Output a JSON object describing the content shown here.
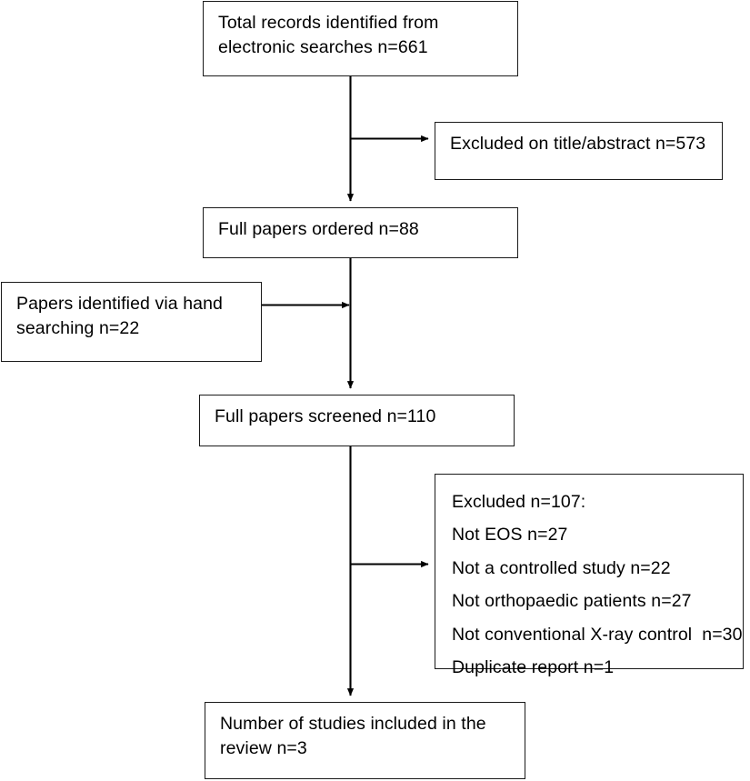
{
  "diagram": {
    "title": "Study selection flow diagram",
    "type": "prisma-flowchart",
    "stroke_color": "#1a1a1a",
    "background_color": "#ffffff",
    "text_color": "#000000"
  },
  "nodes": {
    "total_records": {
      "lines": [
        "Total records identified from",
        "electronic searches n=661"
      ],
      "count": "661"
    },
    "excluded_title_abstract": {
      "lines": [
        "Excluded on title/abstract n=573"
      ],
      "count": "573"
    },
    "papers_ordered": {
      "lines": [
        "Full papers ordered n=88"
      ],
      "count": "88"
    },
    "hand_search": {
      "lines": [
        "Papers identified via hand",
        "searching n=22"
      ],
      "count": "22"
    },
    "papers_screened": {
      "lines": [
        "Full papers screened n=110"
      ],
      "count": "110"
    },
    "excluded_full_text": {
      "lines": [
        "Excluded n=107:",
        "Not EOS n=27",
        "Not a controlled study n=22",
        "Not orthopaedic patients n=27",
        "Not conventional X-ray control  n=30",
        "Duplicate report n=1"
      ],
      "total": "107",
      "reasons": [
        {
          "label": "Not EOS",
          "count": "27"
        },
        {
          "label": "Not a controlled study",
          "count": "22"
        },
        {
          "label": "Not orthopaedic patients",
          "count": "27"
        },
        {
          "label": "Not conventional X-ray control",
          "count": "30"
        },
        {
          "label": "Duplicate report",
          "count": "1"
        }
      ]
    },
    "studies_included": {
      "lines": [
        "Number of studies included in the",
        "review n=3"
      ],
      "count": "3"
    }
  },
  "connectors": [
    {
      "name": "total-records-to-papers-ordered",
      "direction": "down"
    },
    {
      "name": "trunk-to-excluded-title-abstract",
      "direction": "right"
    },
    {
      "name": "papers-ordered-to-papers-screened",
      "direction": "down"
    },
    {
      "name": "hand-search-to-trunk",
      "direction": "right"
    },
    {
      "name": "papers-screened-to-included",
      "direction": "down"
    },
    {
      "name": "trunk-to-excluded-full-text",
      "direction": "right"
    }
  ]
}
